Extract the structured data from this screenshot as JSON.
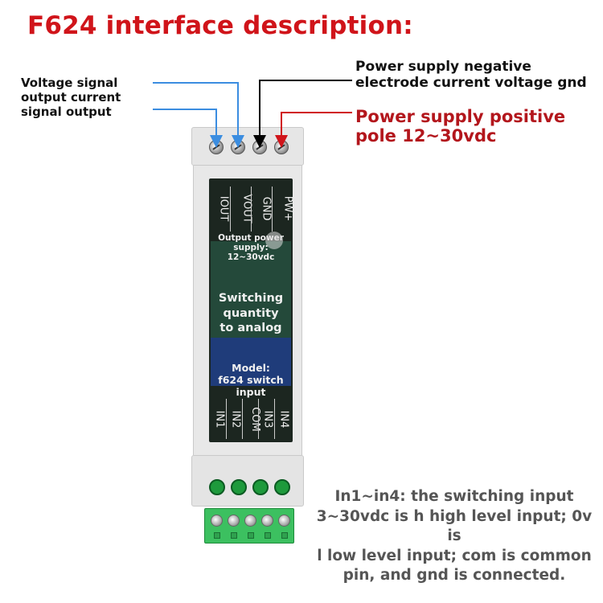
{
  "title": "F624 interface description:",
  "labels": {
    "left_line1": "Voltage signal",
    "left_line2": "output current",
    "left_line3": "signal output",
    "neg_line1": "Power supply negative",
    "neg_line2": "electrode current voltage gnd",
    "pos_line1": "Power supply positive",
    "pos_line2": "pole 12~30vdc"
  },
  "device": {
    "top_terminals": [
      "IOUT",
      "VOUT",
      "GND",
      "PW+"
    ],
    "supply_line1": "Output power",
    "supply_line2": "supply:",
    "supply_line3": "12~30vdc",
    "func_line1": "Switching",
    "func_line2": "quantity",
    "func_line3": "to analog",
    "model_line1": "Model:",
    "model_line2": "f624 switch",
    "model_line3": "input",
    "bottom_terminals": [
      "IN1",
      "IN2",
      "COM",
      "IN3",
      "IN4"
    ]
  },
  "note": {
    "line1": "In1~in4: the switching input",
    "line2": "3~30vdc is h high level input; 0v is",
    "line3": "l low level input; com is common",
    "line4": "pin, and gnd is connected."
  },
  "colors": {
    "title": "#d0141a",
    "signal_wire": "#3b8de0",
    "gnd_wire": "#000000",
    "positive_wire": "#d0141a",
    "terminal_block": "#3cc060"
  }
}
